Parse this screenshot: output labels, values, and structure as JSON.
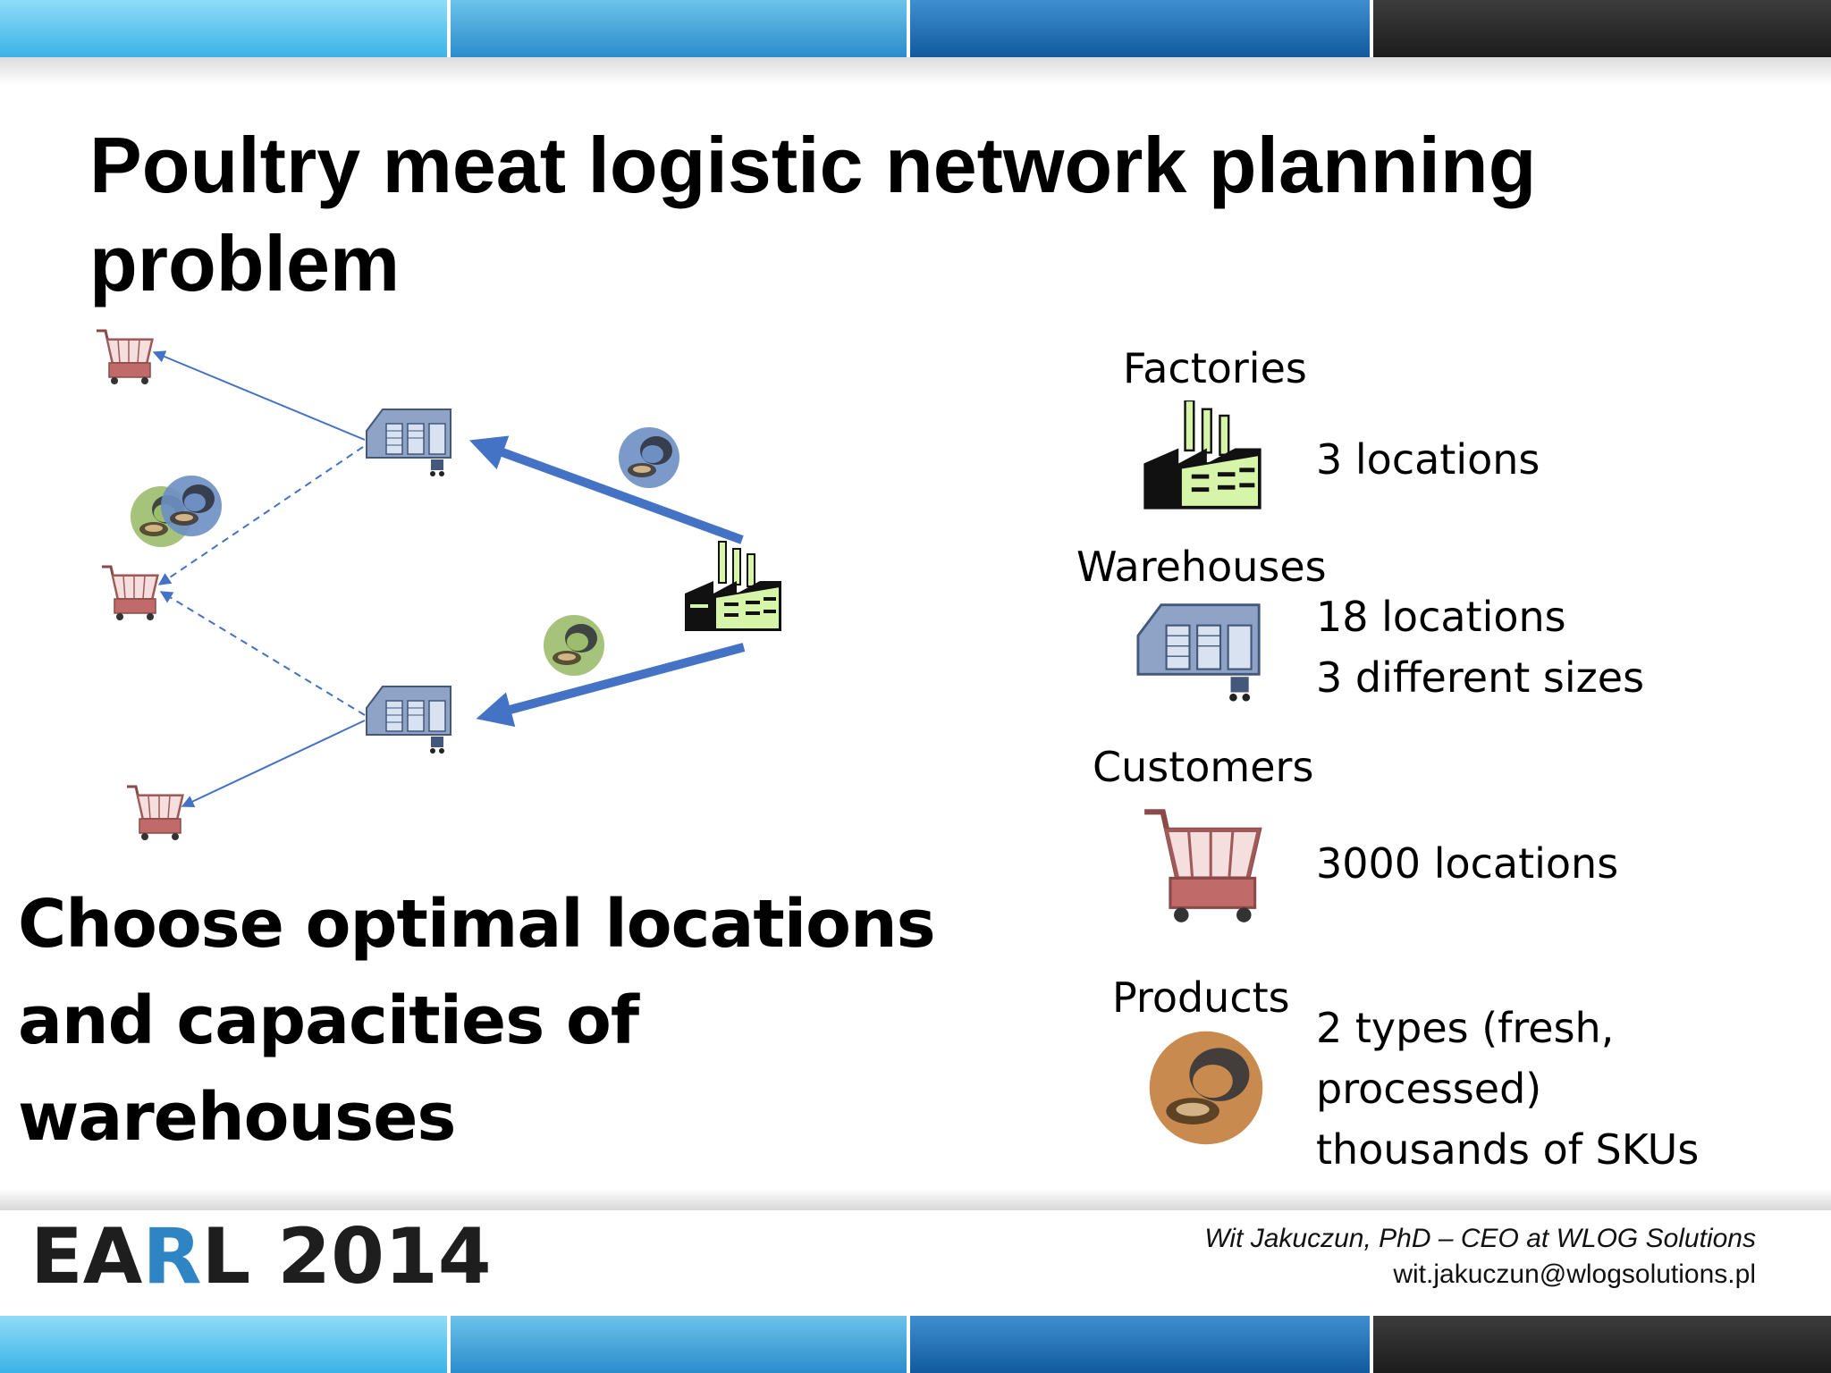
{
  "title": "Poultry meat logistic network planning problem",
  "conclusion": "Choose optimal locations and capacities of warehouses",
  "legend": {
    "factories": {
      "heading": "Factories",
      "lines": [
        "3 locations"
      ]
    },
    "warehouses": {
      "heading": "Warehouses",
      "lines": [
        "18 locations",
        "3 different sizes"
      ]
    },
    "customers": {
      "heading": "Customers",
      "lines": [
        "3000 locations"
      ]
    },
    "products": {
      "heading": "Products",
      "lines": [
        "2 types (fresh,",
        "processed)",
        "thousands of SKUs"
      ]
    }
  },
  "footer": {
    "brand_prefix": "EA",
    "brand_highlight": "R",
    "brand_suffix": "L 2014",
    "author": "Wit Jakuczun, PhD – CEO at WLOG Solutions",
    "email": "wit.jakuczun@wlogsolutions.pl"
  },
  "colors": {
    "bar_segments": [
      "#55c2ee",
      "#3aa2d6",
      "#1d73b5",
      "#2a2a2a"
    ],
    "arrow": "#4472c4",
    "factory": "#d7f5a8",
    "warehouse": "#7d93b8",
    "cart": "#c06a6a",
    "product_blue": "#6d8fc4",
    "product_green": "#9bbd6c",
    "product_brown": "#c88a4e",
    "brand_highlight": "#2f84c4"
  },
  "icons": [
    "factory-icon",
    "warehouse-icon",
    "shopping-cart-icon",
    "meat-product-icon"
  ]
}
